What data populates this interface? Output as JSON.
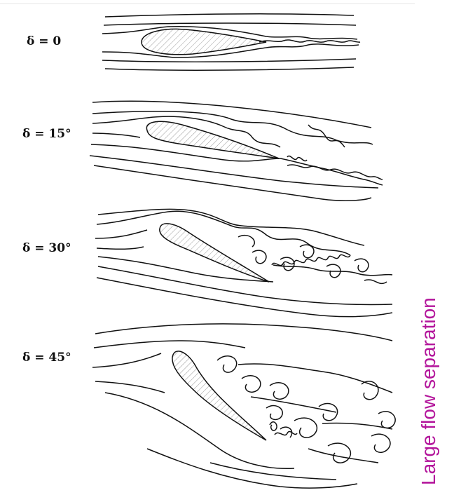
{
  "panels": [
    {
      "label": "δ = 0"
    },
    {
      "label": "δ = 15°"
    },
    {
      "label": "δ = 30°"
    },
    {
      "label": "δ = 45°"
    }
  ],
  "side_label": {
    "text": "Large flow separation",
    "color": "#b3159b"
  },
  "colors": {
    "stroke": "#111111",
    "hatch": "#9a9a9a"
  }
}
